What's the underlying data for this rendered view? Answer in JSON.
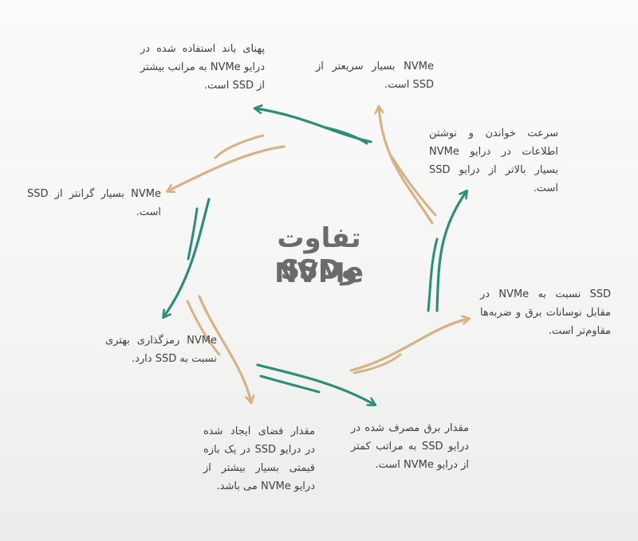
{
  "title": {
    "line1": "تفاوت SSDو",
    "line2": "NVMe"
  },
  "notes": [
    "پهنای باند استفاده شده در درایو NVMe به مراتب بیشتر از SSD است.",
    "NVMe بسیار سریعتر از SSD است.",
    "سرعت خواندن و نوشتن اطلاعات در درایو NVMe بسیار بالاتر از درایو SSD است.",
    "NVMe بسیار گرانتر از SSD است.",
    "SSD نسبت به NVMe در مقابل نوسانات برق و ضربه‌ها مقاوم‌تر است.",
    "NVMe رمزگذاری بهتری نسبت به SSD دارد.",
    "مقدار فضای ایجاد شده در درایو SSD در یک بازه قیمتی بسیار بیشتر از درایو NVMe می باشد.",
    "مقدار برق مصرف شده در درایو SSD به مراتب کمتر از درایو NVMe است."
  ],
  "colors": {
    "teal": "#2e8d78",
    "tan": "#d6b386",
    "title": "#6b6b6b",
    "text": "#3f3f3f",
    "background": "#f7f7f6"
  }
}
